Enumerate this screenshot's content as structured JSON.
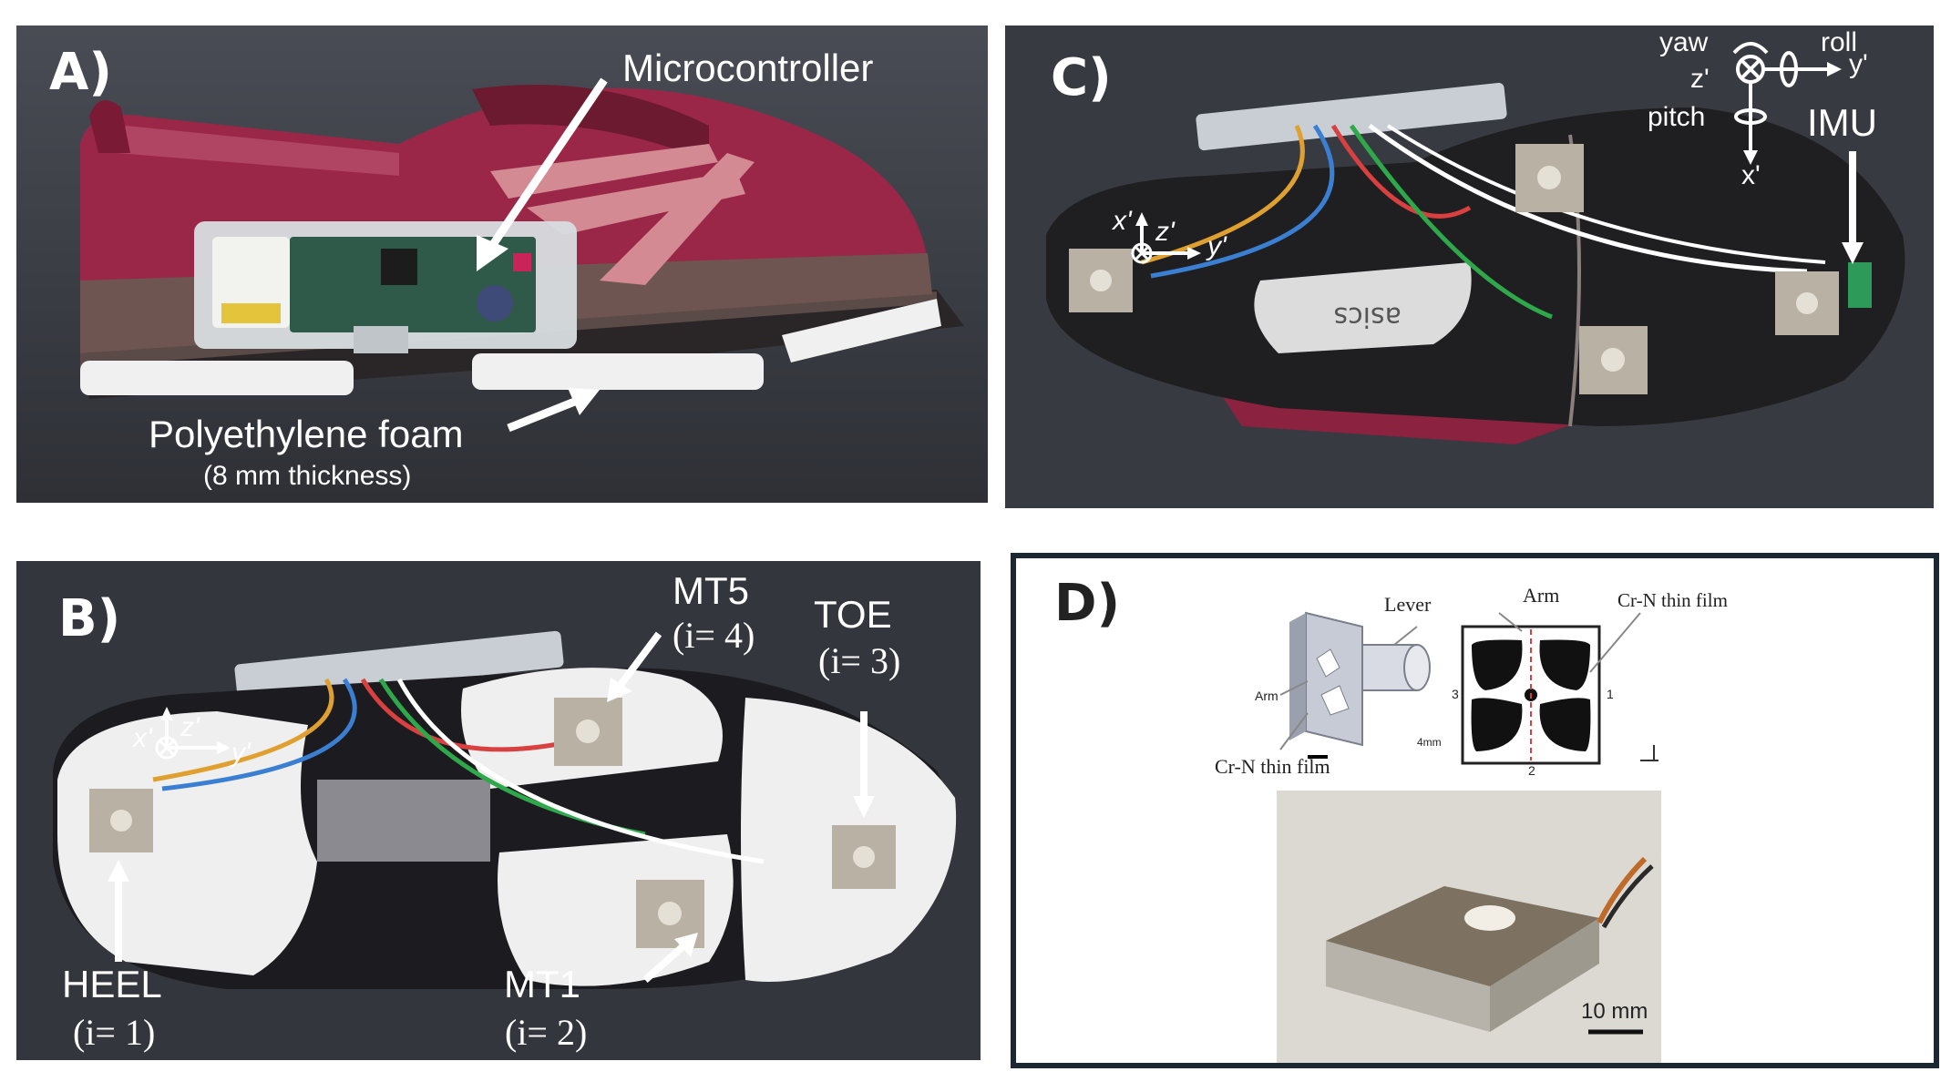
{
  "panels": {
    "a": {
      "letter": "A)",
      "microcontroller_label": "Microcontroller",
      "foam_label": "Polyethylene foam",
      "foam_thickness": "(8 mm thickness)"
    },
    "b": {
      "letter": "B)",
      "heel_label": "HEEL",
      "heel_index": "(i= 1)",
      "mt1_label": "MT1",
      "mt1_index": "(i= 2)",
      "mt5_label": "MT5",
      "mt5_index": "(i= 4)",
      "toe_label": "TOE",
      "toe_index": "(i= 3)",
      "axis_x": "x'",
      "axis_y": "y'",
      "axis_z": "z'"
    },
    "c": {
      "letter": "C)",
      "imu_label": "IMU",
      "yaw": "yaw",
      "roll": "roll",
      "pitch": "pitch",
      "axis_x": "x'",
      "axis_y": "y'",
      "axis_z": "z'",
      "sole_brand": "asics"
    },
    "d": {
      "letter": "D)",
      "lever": "Lever",
      "arm_top": "Arm",
      "arm_left": "Arm",
      "crn_top": "Cr-N thin film",
      "crn_bottom": "Cr-N thin film",
      "scale_4mm": "4mm",
      "num_1": "1",
      "num_2": "2",
      "num_3": "3",
      "scale_10mm": "10 mm"
    }
  },
  "colors": {
    "shoe_upper": "#9b2748",
    "sole_white": "#eeeeee",
    "insole_black": "#1f1f22",
    "sensor_metal": "#b9b1a4"
  }
}
